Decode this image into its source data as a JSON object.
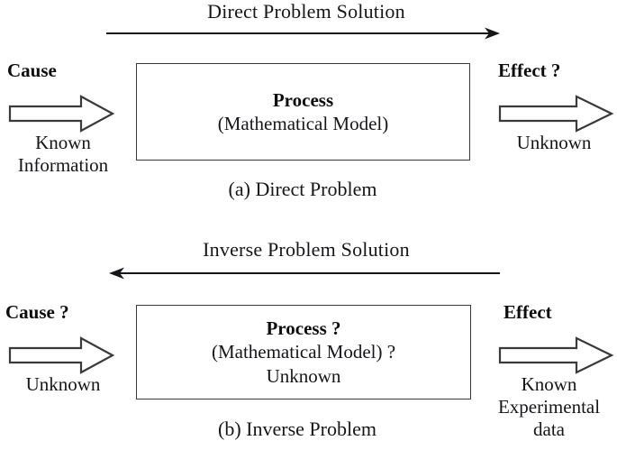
{
  "figure": {
    "type": "diagram",
    "description": "Two-panel schematic contrasting the direct problem and the inverse problem",
    "line_color": "#16161a",
    "box_border_color": "#3a3a3e",
    "background": "#ffffff"
  },
  "panels": [
    {
      "id": "direct",
      "solution_title": "Direct Problem Solution",
      "flow_arrow": {
        "icon": "arrow-right-icon",
        "direction": "right"
      },
      "left": {
        "label": "Cause",
        "arrow_icon": "block-arrow-right-icon",
        "sub_lines": [
          "Known",
          "Information"
        ]
      },
      "box": {
        "title": "Process",
        "sub_lines": [
          "(Mathematical Model)"
        ]
      },
      "right": {
        "label": "Effect ?",
        "arrow_icon": "block-arrow-right-icon",
        "sub_lines": [
          "Unknown"
        ]
      },
      "caption": "(a) Direct Problem"
    },
    {
      "id": "inverse",
      "solution_title": "Inverse Problem Solution",
      "flow_arrow": {
        "icon": "arrow-left-icon",
        "direction": "left"
      },
      "left": {
        "label": "Cause ?",
        "arrow_icon": "block-arrow-right-icon",
        "sub_lines": [
          "Unknown"
        ]
      },
      "box": {
        "title": "Process ?",
        "sub_lines": [
          "(Mathematical Model) ?",
          "Unknown"
        ]
      },
      "right": {
        "label": "Effect",
        "arrow_icon": "block-arrow-right-icon",
        "sub_lines": [
          "Known",
          "Experimental",
          "data"
        ]
      },
      "caption": "(b) Inverse Problem"
    }
  ]
}
